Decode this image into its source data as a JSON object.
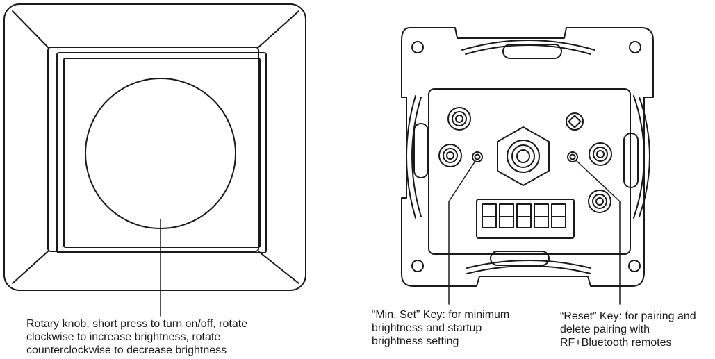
{
  "callouts": {
    "knob": {
      "lines": [
        "Rotary knob, short press to turn on/off, rotate",
        "clockwise to increase brightness, rotate",
        "counterclockwise to decrease brightness"
      ]
    },
    "min_set": {
      "lines": [
        "“Min. Set” Key: for minimum",
        "brightness and startup",
        "brightness setting"
      ]
    },
    "reset": {
      "lines": [
        "“Reset” Key: for pairing and",
        "delete pairing with",
        "RF+Bluetooth remotes"
      ]
    }
  },
  "colors": {
    "line": "#1a1a1a",
    "background": "#ffffff"
  }
}
